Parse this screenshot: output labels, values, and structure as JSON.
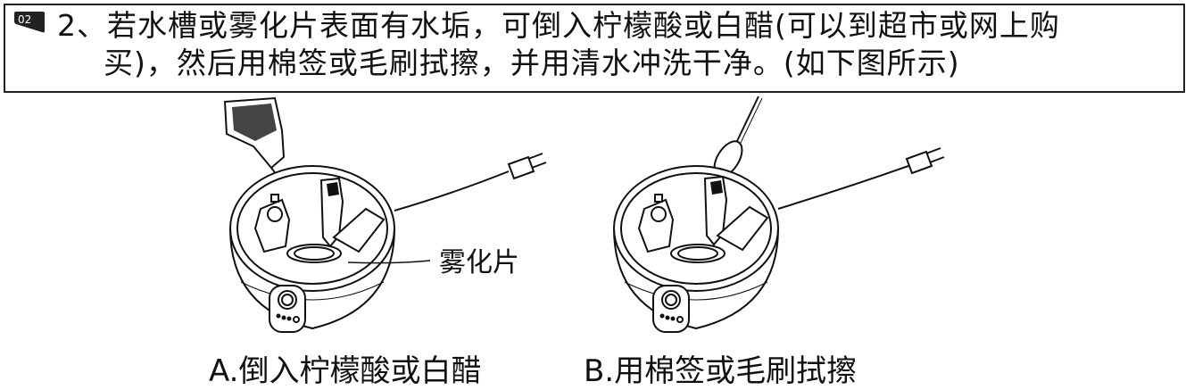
{
  "step": {
    "badge": "02",
    "line1": "2、若水槽或雾化片表面有水垢，可倒入柠檬酸或白醋(可以到超市或网上购",
    "line2": "买)，然后用棉签或毛刷拭擦，并用清水冲洗干净。(如下图所示)"
  },
  "figures": {
    "a": {
      "caption": "A.倒入柠檬酸或白醋",
      "callout": "雾化片"
    },
    "b": {
      "caption": "B.用棉签或毛刷拭擦"
    }
  },
  "colors": {
    "ink": "#111111",
    "badge": "#222222",
    "border": "#222222"
  }
}
